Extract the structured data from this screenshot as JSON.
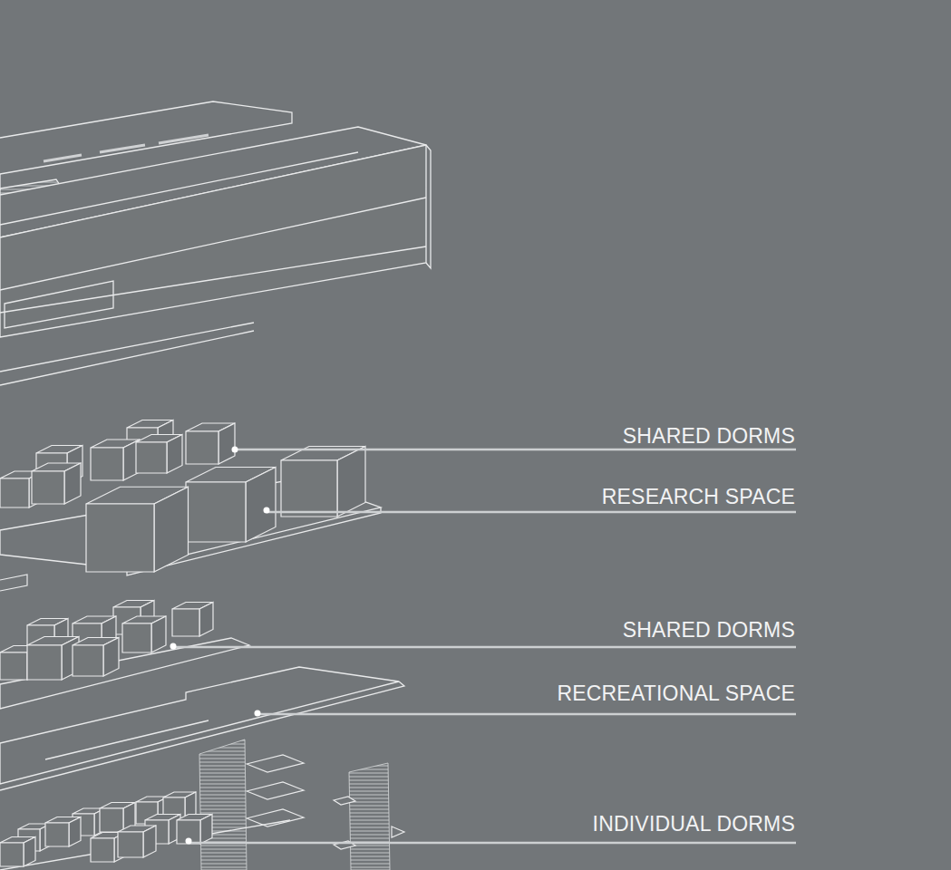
{
  "diagram": {
    "labels": [
      "SHARED DORMS",
      "RESEARCH SPACE",
      "SHARED DORMS",
      "RECREATIONAL SPACE",
      "INDIVIDUAL DORMS"
    ]
  }
}
